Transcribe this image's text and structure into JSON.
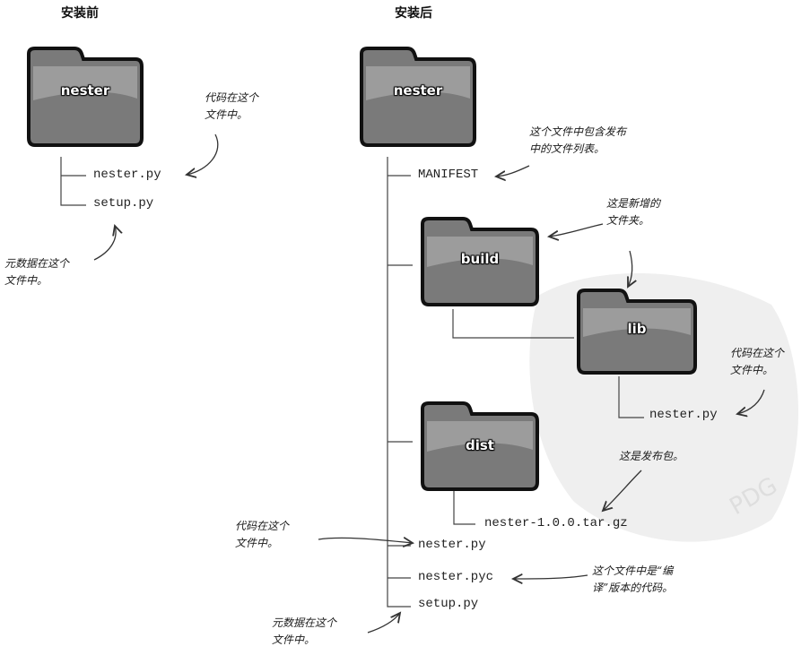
{
  "headings": {
    "before": "安装前",
    "after": "安装后"
  },
  "folders": {
    "nester_before": "nester",
    "nester_after": "nester",
    "build": "build",
    "lib": "lib",
    "dist": "dist"
  },
  "files": {
    "before_nester_py": "nester.py",
    "before_setup_py": "setup.py",
    "manifest": "MANIFEST",
    "lib_nester_py": "nester.py",
    "tarball": "nester-1.0.0.tar.gz",
    "after_nester_py": "nester.py",
    "after_nester_pyc": "nester.pyc",
    "after_setup_py": "setup.py"
  },
  "notes": {
    "code_before": [
      "代码在这个",
      "文件中。"
    ],
    "metadata_before": [
      "元数据在这个",
      "文件中。"
    ],
    "manifest": [
      "这个文件中包含发布",
      "中的文件列表。"
    ],
    "new_folder": [
      "这是新增的",
      "文件夹。"
    ],
    "code_lib": [
      "代码在这个",
      "文件中。"
    ],
    "dist_package": [
      "这是发布包。"
    ],
    "code_after": [
      "代码在这个",
      "文件中。"
    ],
    "pyc": [
      "这个文件中是“编",
      "译”版本的代码。"
    ],
    "metadata_after": [
      "元数据在这个",
      "文件中。"
    ]
  },
  "watermark": "PDG",
  "colors": {
    "folder_fill": "#7a7a7a",
    "folder_light": "#b8b8b8",
    "folder_outline": "#111111",
    "watermark": "#ebebeb"
  }
}
